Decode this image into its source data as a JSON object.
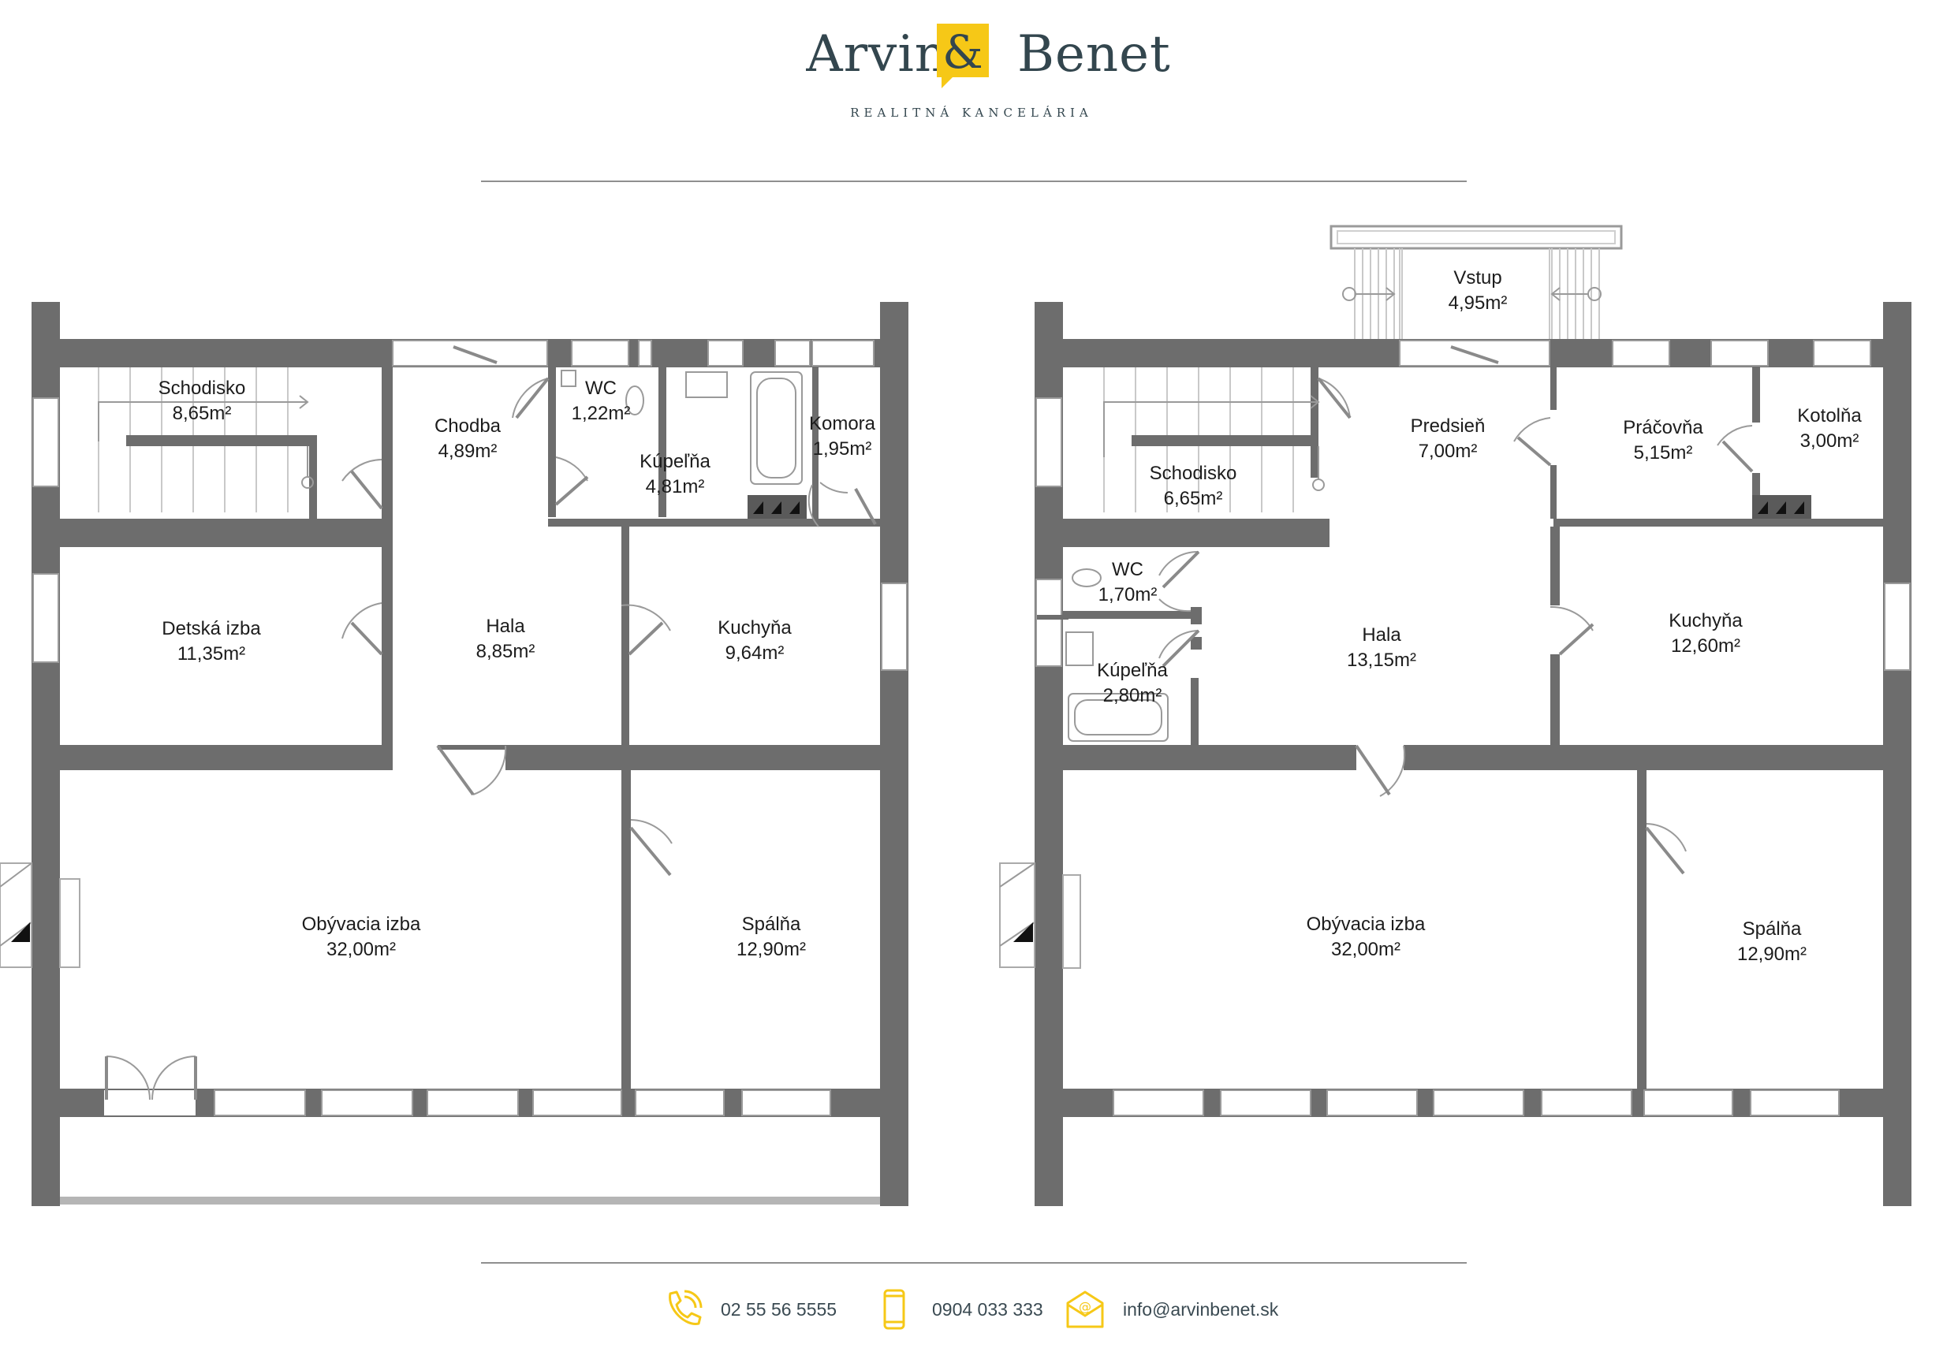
{
  "brand": {
    "name_left": "Arvin",
    "ampersand": "&",
    "name_right": "Benet",
    "tagline": "REALITNÁ KANCELÁRIA",
    "accent_color": "#f6c817",
    "text_color": "#33464e"
  },
  "plans": [
    {
      "rooms": [
        {
          "name": "Schodisko",
          "area": "8,65m²"
        },
        {
          "name": "Chodba",
          "area": "4,89m²"
        },
        {
          "name": "WC",
          "area": "1,22m²"
        },
        {
          "name": "Kúpeľňa",
          "area": "4,81m²"
        },
        {
          "name": "Komora",
          "area": "1,95m²"
        },
        {
          "name": "Detská izba",
          "area": "11,35m²"
        },
        {
          "name": "Hala",
          "area": "8,85m²"
        },
        {
          "name": "Kuchyňa",
          "area": "9,64m²"
        },
        {
          "name": "Obývacia izba",
          "area": "32,00m²"
        },
        {
          "name": "Spálňa",
          "area": "12,90m²"
        }
      ]
    },
    {
      "rooms": [
        {
          "name": "Vstup",
          "area": "4,95m²"
        },
        {
          "name": "Predsieň",
          "area": "7,00m²"
        },
        {
          "name": "Práčovňa",
          "area": "5,15m²"
        },
        {
          "name": "Kotolňa",
          "area": "3,00m²"
        },
        {
          "name": "Schodisko",
          "area": "6,65m²"
        },
        {
          "name": "WC",
          "area": "1,70m²"
        },
        {
          "name": "Hala",
          "area": "13,15m²"
        },
        {
          "name": "Kuchyňa",
          "area": "12,60m²"
        },
        {
          "name": "Kúpeľňa",
          "area": "2,80m²"
        },
        {
          "name": "Obývacia izba",
          "area": "32,00m²"
        },
        {
          "name": "Spálňa",
          "area": "12,90m²"
        }
      ]
    }
  ],
  "contacts": {
    "phone": "02 55 56 5555",
    "mobile": "0904 033 333",
    "email": "info@arvinbenet.sk",
    "icon_color": "#f6c817",
    "phone_icon": "phone-icon",
    "mobile_icon": "mobile-icon",
    "email_icon": "email-icon"
  }
}
